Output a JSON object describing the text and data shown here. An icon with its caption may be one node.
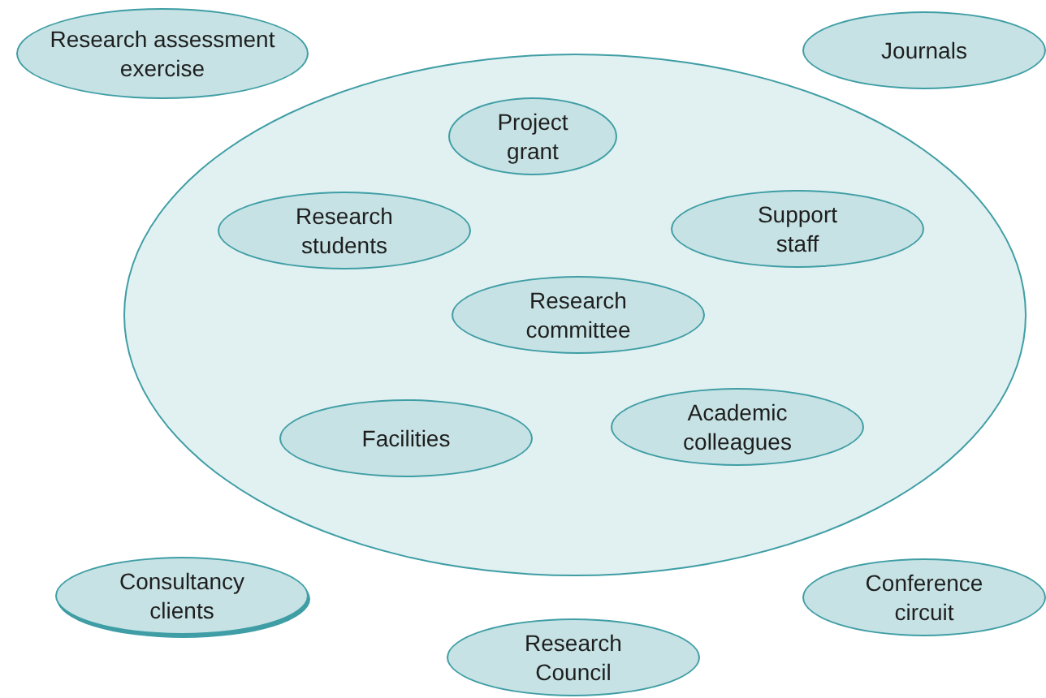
{
  "diagram": {
    "nodes": [
      {
        "text": [
          "Research assessment exercise"
        ]
      },
      {
        "text": [
          "Journals"
        ]
      },
      {
        "text": [],
        "shape": "ellipse"
      },
      {
        "text": [
          "Project grant"
        ],
        "in": 2
      },
      {
        "text": [
          "Research students"
        ],
        "in": 2
      },
      {
        "text": [
          "Support staff"
        ],
        "in": 2
      },
      {
        "text": [
          "Research committee"
        ],
        "in": 2
      },
      {
        "text": [
          "Facilities"
        ],
        "in": 2
      },
      {
        "text": [
          "Academic colleagues"
        ],
        "in": 2
      },
      {
        "text": [
          "Consultancy clients"
        ]
      },
      {
        "text": [
          "Conference circuit"
        ]
      },
      {
        "text": [
          "Research Council"
        ]
      }
    ]
  }
}
